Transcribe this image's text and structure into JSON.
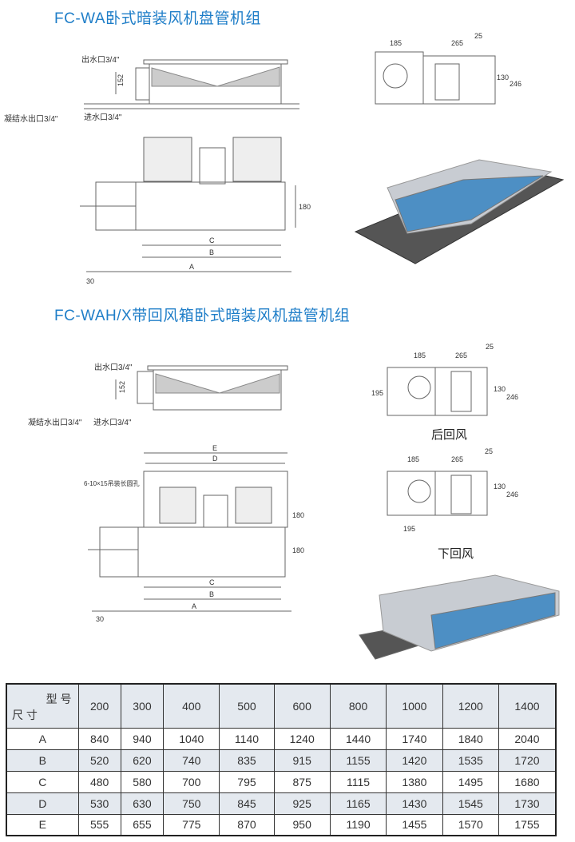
{
  "section1": {
    "title": "FC-WA卧式暗装风机盘管机组",
    "side_labels": {
      "outlet": "出水口3/4\"",
      "condensate": "凝结水出口3/4\"",
      "inlet": "进水口3/4\"",
      "dim_152": "152"
    },
    "top_labels": {
      "dim_180": "180",
      "C": "C",
      "B": "B",
      "A": "A",
      "dim_30": "30"
    },
    "end_labels": {
      "d185": "185",
      "d265": "265",
      "d25": "25",
      "d130": "130",
      "d246": "246"
    }
  },
  "section2": {
    "title": "FC-WAH/X带回风箱卧式暗装风机盘管机组",
    "side_labels": {
      "outlet": "出水口3/4\"",
      "condensate": "凝结水出口3/4\"",
      "inlet": "进水口3/4\"",
      "dim_152": "152"
    },
    "top_labels": {
      "E": "E",
      "D": "D",
      "hole_note": "6-10×15吊装长圆孔",
      "dim_180a": "180",
      "dim_180b": "180",
      "C": "C",
      "B": "B",
      "A": "A",
      "dim_30": "30"
    },
    "rear": {
      "caption": "后回风",
      "d185": "185",
      "d265": "265",
      "d25": "25",
      "d195": "195",
      "d130": "130",
      "d246": "246"
    },
    "bottom": {
      "caption": "下回风",
      "d185": "185",
      "d265": "265",
      "d25": "25",
      "d195": "195",
      "d130": "130",
      "d246": "246"
    }
  },
  "table": {
    "header_model": "型 号",
    "header_size": "尺 寸",
    "models": [
      "200",
      "300",
      "400",
      "500",
      "600",
      "800",
      "1000",
      "1200",
      "1400"
    ],
    "rows": [
      {
        "label": "A",
        "values": [
          "840",
          "940",
          "1040",
          "1140",
          "1240",
          "1440",
          "1740",
          "1840",
          "2040"
        ]
      },
      {
        "label": "B",
        "values": [
          "520",
          "620",
          "740",
          "835",
          "915",
          "1155",
          "1420",
          "1535",
          "1720"
        ]
      },
      {
        "label": "C",
        "values": [
          "480",
          "580",
          "700",
          "795",
          "875",
          "1115",
          "1380",
          "1495",
          "1680"
        ]
      },
      {
        "label": "D",
        "values": [
          "530",
          "630",
          "750",
          "845",
          "925",
          "1165",
          "1430",
          "1545",
          "1730"
        ]
      },
      {
        "label": "E",
        "values": [
          "555",
          "655",
          "775",
          "870",
          "950",
          "1190",
          "1455",
          "1570",
          "1755"
        ]
      }
    ]
  }
}
